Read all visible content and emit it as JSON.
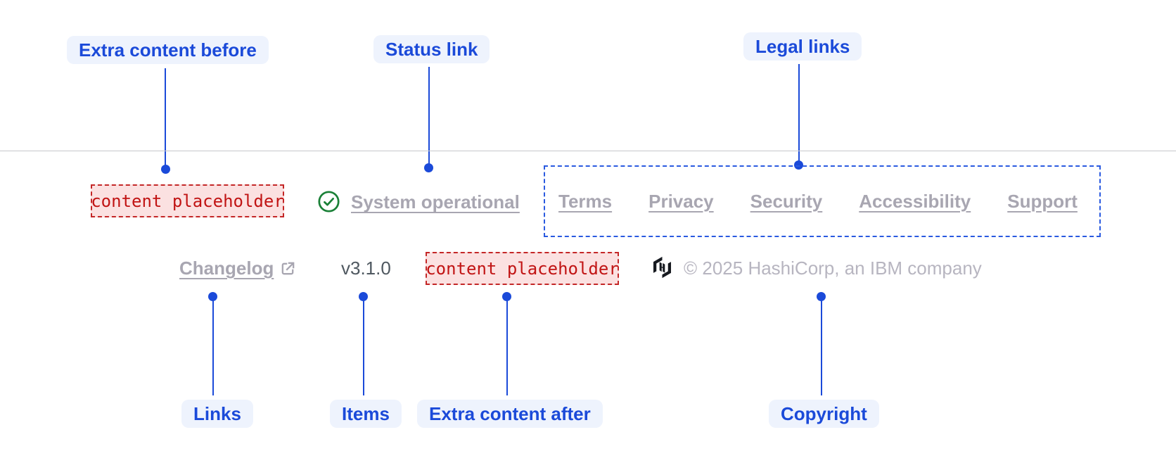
{
  "callouts": {
    "extra_content_before": "Extra content before",
    "status_link": "Status link",
    "legal_links": "Legal links",
    "links": "Links",
    "items": "Items",
    "extra_content_after": "Extra content after",
    "copyright": "Copyright"
  },
  "footer": {
    "extra_content_before_placeholder": "content placeholder",
    "status": {
      "label": "System operational",
      "icon": "check-circle-icon"
    },
    "legal_links": [
      "Terms",
      "Privacy",
      "Security",
      "Accessibility",
      "Support"
    ],
    "changelog": {
      "label": "Changelog",
      "icon": "external-link-icon"
    },
    "version": "v3.1.0",
    "extra_content_after_placeholder": "content placeholder",
    "brand": {
      "logo": "hashicorp-logo",
      "copyright": "© 2025 HashiCorp, an IBM company"
    }
  },
  "colors": {
    "callout_blue": "#1b4ad9",
    "callout_pill_bg": "#eef3fd",
    "legal_region_blue": "#2a5ae0",
    "placeholder_border_red": "#c42727",
    "placeholder_bg_pink": "#fbe1e1",
    "placeholder_text_red": "#c11414",
    "link_gray": "#a8a6b1",
    "version_gray": "#4f5860",
    "copyright_gray": "#b7b5c0",
    "divider_gray": "#c6c7cc",
    "success_green": "#1a8037",
    "logo_black": "#16191f"
  }
}
